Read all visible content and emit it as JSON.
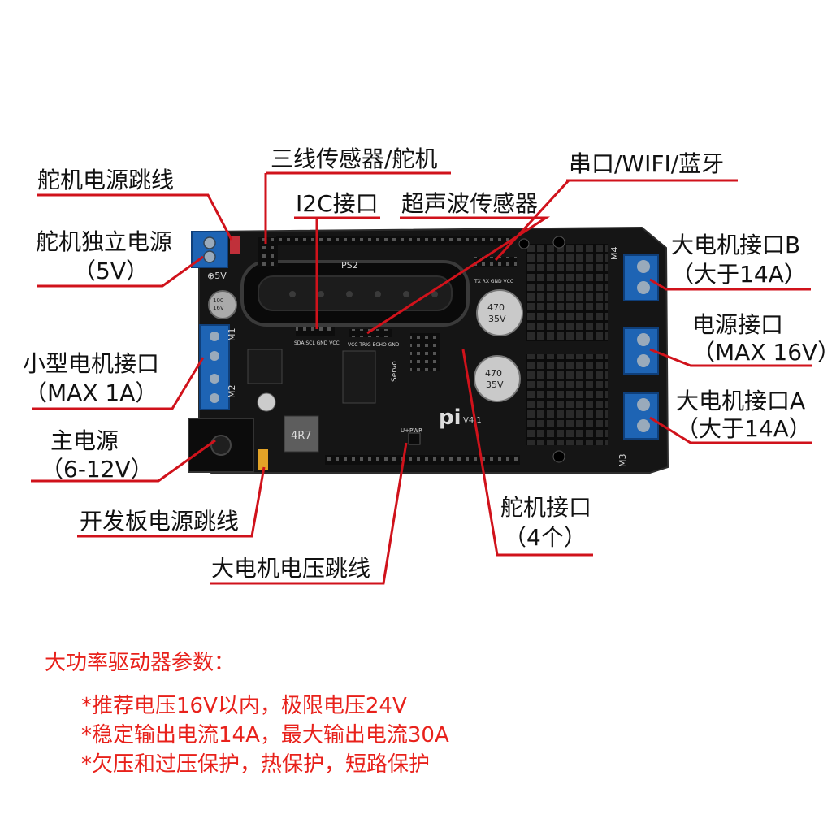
{
  "labels": {
    "servo_power_jumper": "舵机电源跳线",
    "servo_ext_power": "舵机独立电源",
    "servo_ext_power_v": "（5V）",
    "three_wire": "三线传感器/舵机",
    "i2c": "I2C接口",
    "ultrasonic": "超声波传感器",
    "serial": "串口/WIFI/蓝牙",
    "motor_b": "大电机接口B",
    "motor_b_rating": "（大于14A）",
    "power_port": "电源接口",
    "power_port_rating": "（MAX 16V）",
    "motor_a": "大电机接口A",
    "motor_a_rating": "（大于14A）",
    "small_motor": "小型电机接口",
    "small_motor_rating": "（MAX 1A）",
    "main_power": "主电源",
    "main_power_rating": "（6-12V）",
    "board_power_jumper": "开发板电源跳线",
    "motor_voltage_jumper": "大电机电压跳线",
    "servo_port": "舵机接口",
    "servo_port_count": "（4个）"
  },
  "specs": {
    "title": "大功率驱动器参数：",
    "items": [
      "*推荐电压16V以内，极限电压24V",
      "*稳定输出电流14A，最大输出电流30A",
      "*欠压和过压保护，热保护，短路保护"
    ]
  },
  "silkscreen": {
    "ps2": "PS2",
    "m1": "M1",
    "m2": "M2",
    "m3": "M3",
    "m4": "M4",
    "plus5v": "⊕5V",
    "version": "V4.1",
    "logo": "pi",
    "cap_large_1": "470",
    "cap_large_1b": "35V",
    "cap_large_2": "470",
    "cap_large_2b": "35V",
    "cap_small": "100",
    "cap_small_b": "16V",
    "inductor": "4R7",
    "i2c_pins": "SDA SCL GND VCC",
    "ultra_pins": "VCC TRIG ECHO GND",
    "serial_pins": "TX  RX  GND VCC",
    "servo_silk": "Servo",
    "upwr": "U+PWR"
  },
  "colors": {
    "leader": "#d0121b",
    "spec_text": "#e8211b",
    "pcb": "#141414",
    "terminal": "#1e64b4"
  }
}
